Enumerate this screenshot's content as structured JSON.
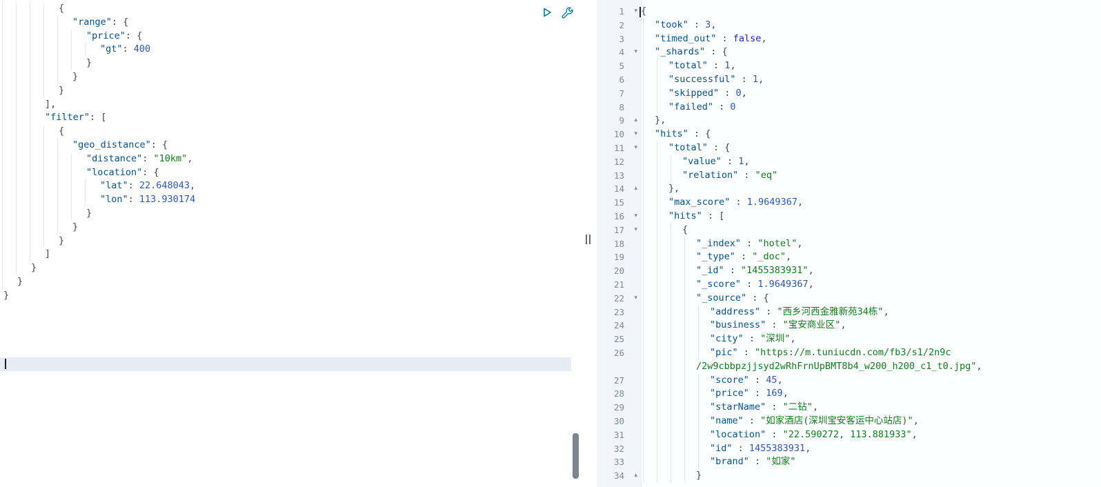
{
  "colors": {
    "key": "#00539c",
    "string": "#0e8116",
    "number": "#2a56c6",
    "boolean": "#2323d9",
    "punctuation": "#414751",
    "icon": "#0077a8",
    "guide": "#e2e7ef",
    "gutter_bg": "#f2f5f9",
    "line_number": "#7e8a9a",
    "active_line": "#e7ebf3",
    "scrollbar": "#7d848e",
    "caret": "#1c1e21"
  },
  "toolbar": {
    "icons": [
      "play-icon",
      "wrench-icon"
    ]
  },
  "editor": {
    "lines": [
      {
        "i": 4,
        "t": [
          [
            "p",
            "{"
          ]
        ]
      },
      {
        "i": 5,
        "t": [
          [
            "k",
            "\"range\""
          ],
          [
            "p",
            ": {"
          ]
        ]
      },
      {
        "i": 6,
        "t": [
          [
            "k",
            "\"price\""
          ],
          [
            "p",
            ": {"
          ]
        ]
      },
      {
        "i": 7,
        "t": [
          [
            "k",
            "\"gt\""
          ],
          [
            "p",
            ": "
          ],
          [
            "n",
            "400"
          ]
        ]
      },
      {
        "i": 6,
        "t": [
          [
            "p",
            "}"
          ]
        ]
      },
      {
        "i": 5,
        "t": [
          [
            "p",
            "}"
          ]
        ]
      },
      {
        "i": 4,
        "t": [
          [
            "p",
            "}"
          ]
        ]
      },
      {
        "i": 3,
        "t": [
          [
            "p",
            "],"
          ]
        ]
      },
      {
        "i": 3,
        "t": [
          [
            "k",
            "\"filter\""
          ],
          [
            "p",
            ": ["
          ]
        ]
      },
      {
        "i": 4,
        "t": [
          [
            "p",
            "{"
          ]
        ]
      },
      {
        "i": 5,
        "t": [
          [
            "k",
            "\"geo_distance\""
          ],
          [
            "p",
            ": {"
          ]
        ]
      },
      {
        "i": 6,
        "t": [
          [
            "k",
            "\"distance\""
          ],
          [
            "p",
            ": "
          ],
          [
            "s",
            "\"10km\""
          ],
          [
            "p",
            ","
          ]
        ]
      },
      {
        "i": 6,
        "t": [
          [
            "k",
            "\"location\""
          ],
          [
            "p",
            ": {"
          ]
        ]
      },
      {
        "i": 7,
        "t": [
          [
            "k",
            "\"lat\""
          ],
          [
            "p",
            ": "
          ],
          [
            "n",
            "22.648043"
          ],
          [
            "p",
            ","
          ]
        ]
      },
      {
        "i": 7,
        "t": [
          [
            "k",
            "\"lon\""
          ],
          [
            "p",
            ": "
          ],
          [
            "n",
            "113.930174"
          ]
        ]
      },
      {
        "i": 6,
        "t": [
          [
            "p",
            "}"
          ]
        ]
      },
      {
        "i": 5,
        "t": [
          [
            "p",
            "}"
          ]
        ]
      },
      {
        "i": 4,
        "t": [
          [
            "p",
            "}"
          ]
        ]
      },
      {
        "i": 3,
        "t": [
          [
            "p",
            "]"
          ]
        ]
      },
      {
        "i": 2,
        "t": [
          [
            "p",
            "}"
          ]
        ]
      },
      {
        "i": 1,
        "t": [
          [
            "p",
            "}"
          ]
        ]
      },
      {
        "i": 0,
        "t": [
          [
            "p",
            "}"
          ]
        ]
      },
      {
        "i": 0,
        "t": []
      },
      {
        "i": 0,
        "t": []
      },
      {
        "i": 0,
        "t": []
      },
      {
        "i": 0,
        "t": []
      },
      {
        "i": 0,
        "t": [],
        "cursor": true
      }
    ]
  },
  "response": {
    "lines": [
      {
        "n": 1,
        "f": "open",
        "i": 0,
        "cursor": true,
        "t": [
          [
            "p",
            "{"
          ]
        ]
      },
      {
        "n": 2,
        "i": 1,
        "t": [
          [
            "k",
            "\"took\""
          ],
          [
            "p",
            " : "
          ],
          [
            "n",
            "3"
          ],
          [
            "p",
            ","
          ]
        ]
      },
      {
        "n": 3,
        "i": 1,
        "t": [
          [
            "k",
            "\"timed_out\""
          ],
          [
            "p",
            " : "
          ],
          [
            "b",
            "false"
          ],
          [
            "p",
            ","
          ]
        ]
      },
      {
        "n": 4,
        "f": "open",
        "i": 1,
        "t": [
          [
            "k",
            "\"_shards\""
          ],
          [
            "p",
            " : {"
          ]
        ]
      },
      {
        "n": 5,
        "i": 2,
        "t": [
          [
            "k",
            "\"total\""
          ],
          [
            "p",
            " : "
          ],
          [
            "n",
            "1"
          ],
          [
            "p",
            ","
          ]
        ]
      },
      {
        "n": 6,
        "i": 2,
        "t": [
          [
            "k",
            "\"successful\""
          ],
          [
            "p",
            " : "
          ],
          [
            "n",
            "1"
          ],
          [
            "p",
            ","
          ]
        ]
      },
      {
        "n": 7,
        "i": 2,
        "t": [
          [
            "k",
            "\"skipped\""
          ],
          [
            "p",
            " : "
          ],
          [
            "n",
            "0"
          ],
          [
            "p",
            ","
          ]
        ]
      },
      {
        "n": 8,
        "i": 2,
        "t": [
          [
            "k",
            "\"failed\""
          ],
          [
            "p",
            " : "
          ],
          [
            "n",
            "0"
          ]
        ]
      },
      {
        "n": 9,
        "f": "close",
        "i": 1,
        "t": [
          [
            "p",
            "},"
          ]
        ]
      },
      {
        "n": 10,
        "f": "open",
        "i": 1,
        "t": [
          [
            "k",
            "\"hits\""
          ],
          [
            "p",
            " : {"
          ]
        ]
      },
      {
        "n": 11,
        "f": "open",
        "i": 2,
        "t": [
          [
            "k",
            "\"total\""
          ],
          [
            "p",
            " : {"
          ]
        ]
      },
      {
        "n": 12,
        "i": 3,
        "t": [
          [
            "k",
            "\"value\""
          ],
          [
            "p",
            " : "
          ],
          [
            "n",
            "1"
          ],
          [
            "p",
            ","
          ]
        ]
      },
      {
        "n": 13,
        "i": 3,
        "t": [
          [
            "k",
            "\"relation\""
          ],
          [
            "p",
            " : "
          ],
          [
            "s",
            "\"eq\""
          ]
        ]
      },
      {
        "n": 14,
        "f": "close",
        "i": 2,
        "t": [
          [
            "p",
            "},"
          ]
        ]
      },
      {
        "n": 15,
        "i": 2,
        "t": [
          [
            "k",
            "\"max_score\""
          ],
          [
            "p",
            " : "
          ],
          [
            "n",
            "1.9649367"
          ],
          [
            "p",
            ","
          ]
        ]
      },
      {
        "n": 16,
        "f": "open",
        "i": 2,
        "t": [
          [
            "k",
            "\"hits\""
          ],
          [
            "p",
            " : ["
          ]
        ]
      },
      {
        "n": 17,
        "f": "open",
        "i": 3,
        "t": [
          [
            "p",
            "{"
          ]
        ]
      },
      {
        "n": 18,
        "i": 4,
        "t": [
          [
            "k",
            "\"_index\""
          ],
          [
            "p",
            " : "
          ],
          [
            "s",
            "\"hotel\""
          ],
          [
            "p",
            ","
          ]
        ]
      },
      {
        "n": 19,
        "i": 4,
        "t": [
          [
            "k",
            "\"_type\""
          ],
          [
            "p",
            " : "
          ],
          [
            "s",
            "\"_doc\""
          ],
          [
            "p",
            ","
          ]
        ]
      },
      {
        "n": 20,
        "i": 4,
        "t": [
          [
            "k",
            "\"_id\""
          ],
          [
            "p",
            " : "
          ],
          [
            "s",
            "\"1455383931\""
          ],
          [
            "p",
            ","
          ]
        ]
      },
      {
        "n": 21,
        "i": 4,
        "t": [
          [
            "k",
            "\"_score\""
          ],
          [
            "p",
            " : "
          ],
          [
            "n",
            "1.9649367"
          ],
          [
            "p",
            ","
          ]
        ]
      },
      {
        "n": 22,
        "f": "open",
        "i": 4,
        "t": [
          [
            "k",
            "\"_source\""
          ],
          [
            "p",
            " : {"
          ]
        ]
      },
      {
        "n": 23,
        "i": 5,
        "t": [
          [
            "k",
            "\"address\""
          ],
          [
            "p",
            " : "
          ],
          [
            "s",
            "\"西乡河西金雅新苑34栋\""
          ],
          [
            "p",
            ","
          ]
        ]
      },
      {
        "n": 24,
        "i": 5,
        "t": [
          [
            "k",
            "\"business\""
          ],
          [
            "p",
            " : "
          ],
          [
            "s",
            "\"宝安商业区\""
          ],
          [
            "p",
            ","
          ]
        ]
      },
      {
        "n": 25,
        "i": 5,
        "t": [
          [
            "k",
            "\"city\""
          ],
          [
            "p",
            " : "
          ],
          [
            "s",
            "\"深圳\""
          ],
          [
            "p",
            ","
          ]
        ]
      },
      {
        "n": 26,
        "i": 5,
        "t": [
          [
            "k",
            "\"pic\""
          ],
          [
            "p",
            " : "
          ],
          [
            "s",
            "\"https://m.tuniucdn.com/fb3/s1/2n9c"
          ]
        ],
        "w": {
          "i": 4,
          "t": [
            [
              "s",
              "/2w9cbbpzjjsyd2wRhFrnUpBMT8b4_w200_h200_c1_t0.jpg\""
            ],
            [
              "p",
              ","
            ]
          ]
        }
      },
      {
        "n": 27,
        "i": 5,
        "t": [
          [
            "k",
            "\"score\""
          ],
          [
            "p",
            " : "
          ],
          [
            "n",
            "45"
          ],
          [
            "p",
            ","
          ]
        ]
      },
      {
        "n": 28,
        "i": 5,
        "t": [
          [
            "k",
            "\"price\""
          ],
          [
            "p",
            " : "
          ],
          [
            "n",
            "169"
          ],
          [
            "p",
            ","
          ]
        ]
      },
      {
        "n": 29,
        "i": 5,
        "t": [
          [
            "k",
            "\"starName\""
          ],
          [
            "p",
            " : "
          ],
          [
            "s",
            "\"二钻\""
          ],
          [
            "p",
            ","
          ]
        ]
      },
      {
        "n": 30,
        "i": 5,
        "t": [
          [
            "k",
            "\"name\""
          ],
          [
            "p",
            " : "
          ],
          [
            "s",
            "\"如家酒店(深圳宝安客运中心站店)\""
          ],
          [
            "p",
            ","
          ]
        ]
      },
      {
        "n": 31,
        "i": 5,
        "t": [
          [
            "k",
            "\"location\""
          ],
          [
            "p",
            " : "
          ],
          [
            "s",
            "\"22.590272, 113.881933\""
          ],
          [
            "p",
            ","
          ]
        ]
      },
      {
        "n": 32,
        "i": 5,
        "t": [
          [
            "k",
            "\"id\""
          ],
          [
            "p",
            " : "
          ],
          [
            "n",
            "1455383931"
          ],
          [
            "p",
            ","
          ]
        ]
      },
      {
        "n": 33,
        "i": 5,
        "t": [
          [
            "k",
            "\"brand\""
          ],
          [
            "p",
            " : "
          ],
          [
            "s",
            "\"如家\""
          ]
        ]
      },
      {
        "n": 34,
        "f": "close",
        "i": 4,
        "t": [
          [
            "p",
            "}"
          ]
        ]
      }
    ]
  }
}
